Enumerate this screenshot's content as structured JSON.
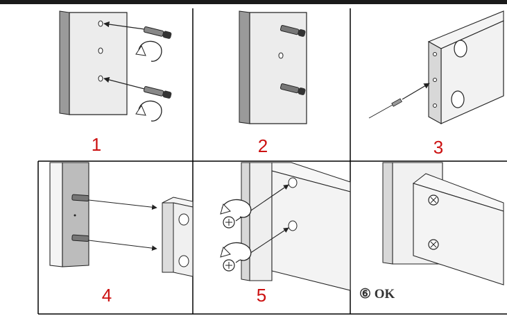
{
  "panels": [
    {
      "id": "1",
      "label": "1"
    },
    {
      "id": "2",
      "label": "2"
    },
    {
      "id": "3",
      "label": "3"
    },
    {
      "id": "4",
      "label": "4"
    },
    {
      "id": "5",
      "label": "5"
    },
    {
      "id": "6",
      "label": "⑥ OK"
    }
  ],
  "colors": {
    "step_number": "#cc1111",
    "line": "#222222",
    "shade": "#bcbcbc",
    "dark": "#444444",
    "frame": "#000000"
  }
}
